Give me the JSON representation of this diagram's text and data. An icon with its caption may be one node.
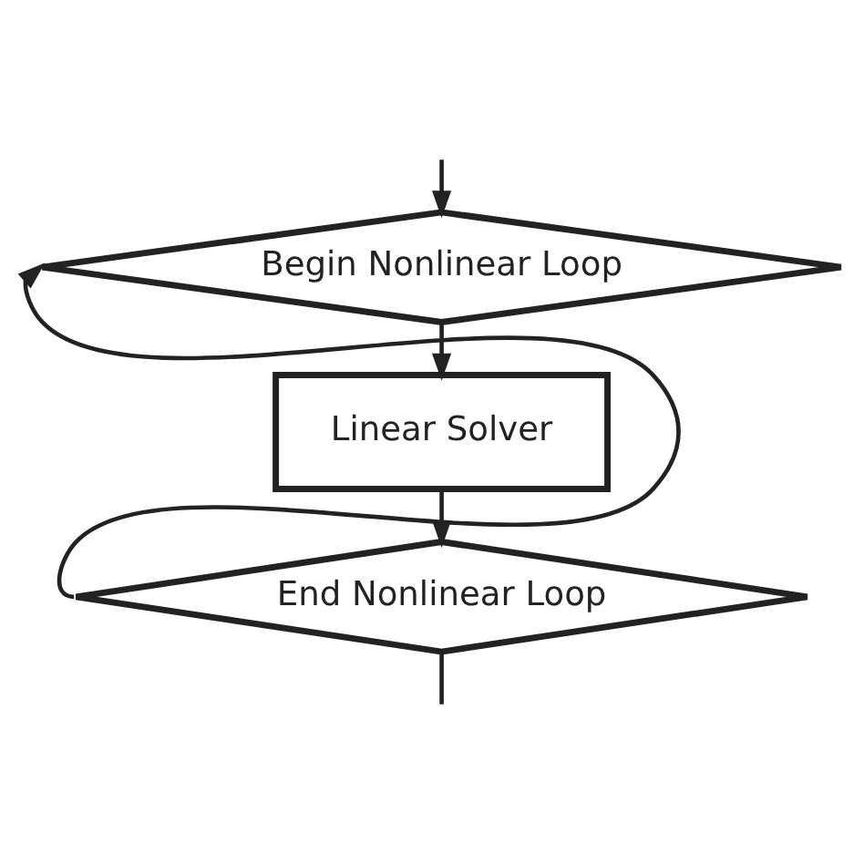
{
  "diagram": {
    "nodes": [
      {
        "text": [
          "Begin Nonlinear Loop"
        ]
      },
      {
        "text": [
          "Linear Solver"
        ]
      },
      {
        "text": [
          "End Nonlinear Loop"
        ]
      }
    ],
    "edges": [
      {
        "from": null,
        "to": 0,
        "arrow": "to"
      },
      {
        "from": 0,
        "to": 1,
        "arrow": "to"
      },
      {
        "from": 1,
        "to": 2,
        "arrow": "to"
      },
      {
        "from": 2,
        "to": 0,
        "arrow": "to"
      },
      {
        "from": 2,
        "to": null,
        "arrow": "none"
      }
    ]
  }
}
